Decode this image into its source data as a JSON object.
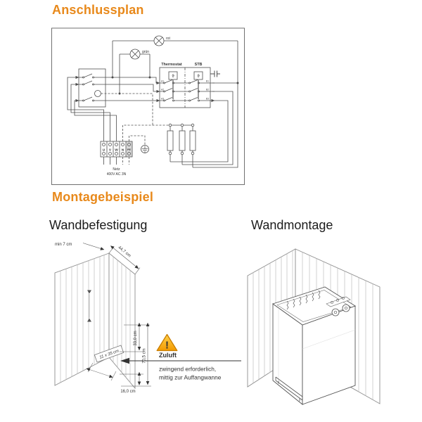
{
  "headings": {
    "anschlussplan": "Anschlussplan",
    "montagebeispiel": "Montagebeispiel",
    "wandbefestigung": "Wandbefestigung",
    "wandmontage": "Wandmontage"
  },
  "schematic": {
    "lamp_red_label": "rot",
    "lamp_green_label": "grün",
    "thermostat_label": "Thermostat",
    "stb_label": "STB",
    "sensor_symbol": "ϑ",
    "terminals_a": [
      "A1",
      "A2",
      "A3"
    ],
    "terminals_b": [
      "B1",
      "B2",
      "B3"
    ],
    "power_terminals": [
      "U",
      "V",
      "W",
      "N",
      "PE"
    ],
    "netz_line1": "Netz",
    "netz_line2": "400V AC 3N"
  },
  "mounting": {
    "dim_min7": "min 7 cm",
    "dim_447": "44,7 cm",
    "dim_330": "33,0 cm",
    "dim_705": "70,5 cm",
    "dim_160": "16,0 cm",
    "opening_label": "11 x 35 cm",
    "warning_mark": "!",
    "zuluft_label": "Zuluft",
    "note_line1": "zwingend erforderlich,",
    "note_line2": "mittig zur Auffangwanne"
  },
  "colors": {
    "accent_orange": "#E8891B",
    "warning_fill_top": "#FFD24D",
    "warning_fill_bottom": "#F39A00",
    "schematic_line": "#4d4d4d"
  }
}
